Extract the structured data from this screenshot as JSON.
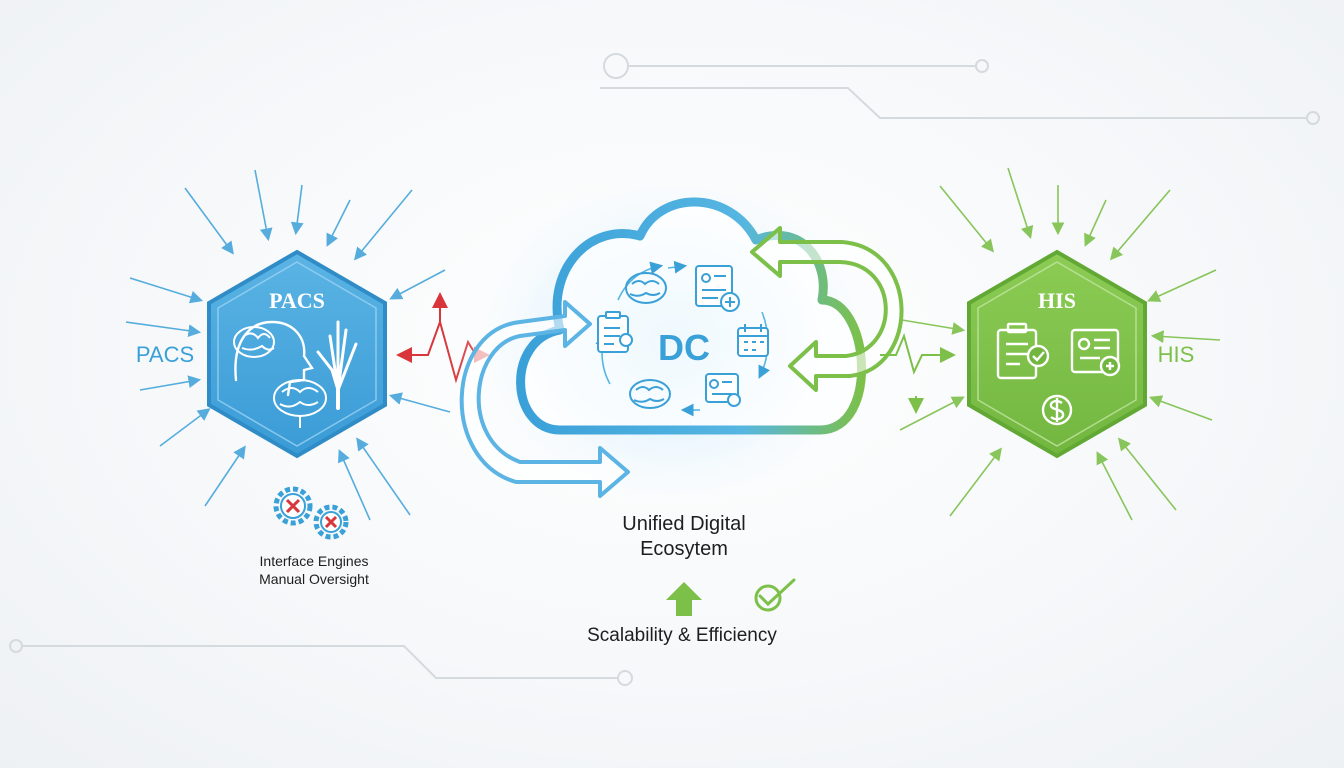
{
  "pacs": {
    "hex_title": "PACS",
    "side_label": "PACS",
    "color": "#3aa0d8",
    "issue_line1": "Interface Engines",
    "issue_line2": "Manual Oversight"
  },
  "his": {
    "hex_title": "HIS",
    "side_label": "HIS",
    "color": "#7cc04a"
  },
  "cloud": {
    "logo": "DC",
    "caption_line1": "Unified Digital",
    "caption_line2": "Ecosytem"
  },
  "benefit": {
    "label": "Scalability & Efficiency"
  },
  "colors": {
    "blue": "#3aa0d8",
    "green": "#7cc04a",
    "red": "#d8363a",
    "text": "#1e1e1e",
    "circuit": "#d5dade"
  },
  "icons": [
    "brain-icon",
    "head-icon",
    "hand-xray-icon",
    "clipboard-icon",
    "id-card-icon",
    "calendar-icon",
    "dollar-icon",
    "gear-error-icon",
    "heartbeat-icon",
    "up-arrow-icon",
    "checkmark-icon"
  ]
}
